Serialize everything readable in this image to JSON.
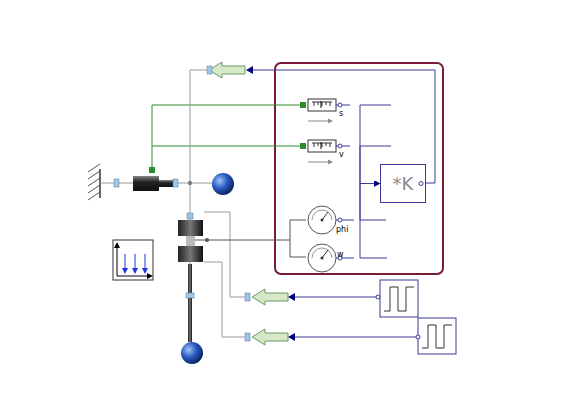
{
  "diagram": {
    "nodes": [
      {
        "text": [
          "s"
        ]
      },
      {
        "text": [
          "v"
        ]
      },
      {
        "text": [
          "*K"
        ]
      },
      {
        "text": [
          "phi"
        ]
      },
      {
        "text": [
          "w"
        ]
      }
    ],
    "edges": [
      {
        "from": 0,
        "to": 2,
        "arrow": "to"
      },
      {
        "from": 1,
        "to": 2,
        "arrow": "to"
      },
      {
        "from": 3,
        "to": 2,
        "arrow": "to"
      },
      {
        "from": 4,
        "to": 2,
        "arrow": "to"
      }
    ]
  }
}
